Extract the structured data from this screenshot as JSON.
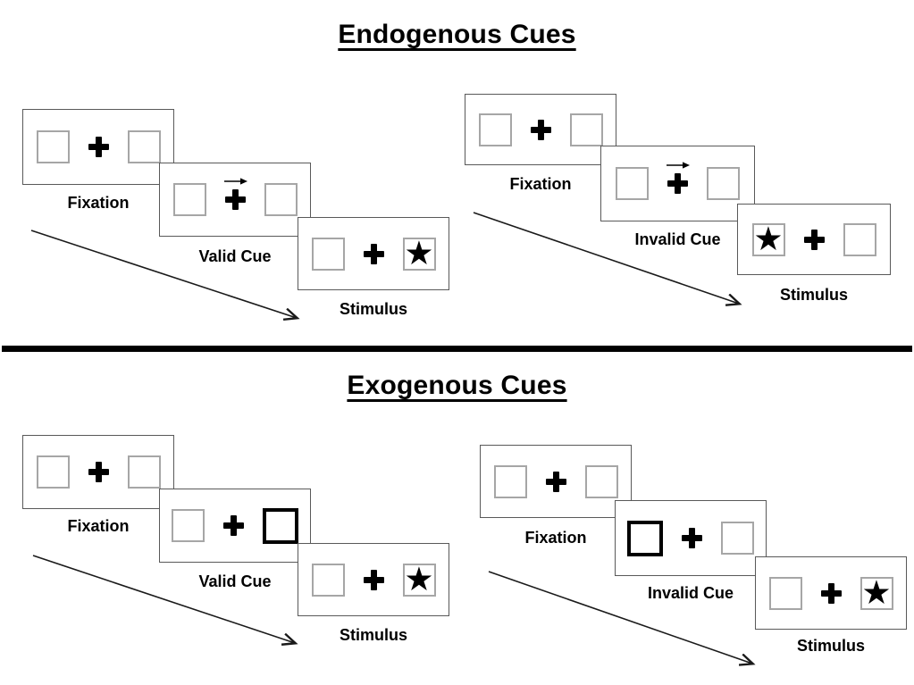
{
  "colors": {
    "panel_border": "#595959",
    "box_border": "#a6a6a6",
    "cue_highlight": "#000000",
    "divider": "#000000",
    "text": "#000000"
  },
  "icons": {
    "star": "★"
  },
  "sections": [
    {
      "title": "Endogenous Cues",
      "cue_style": "central-arrow",
      "sequences": [
        {
          "fixation_label": "Fixation",
          "cue_label": "Valid Cue",
          "stimulus_label": "Stimulus",
          "cue_direction": "right",
          "stimulus_side": "right"
        },
        {
          "fixation_label": "Fixation",
          "cue_label": "Invalid Cue",
          "stimulus_label": "Stimulus",
          "cue_direction": "right",
          "stimulus_side": "left"
        }
      ]
    },
    {
      "title": "Exogenous Cues",
      "cue_style": "peripheral-box-highlight",
      "sequences": [
        {
          "fixation_label": "Fixation",
          "cue_label": "Valid Cue",
          "stimulus_label": "Stimulus",
          "cue_side": "right",
          "stimulus_side": "right"
        },
        {
          "fixation_label": "Fixation",
          "cue_label": "Invalid Cue",
          "stimulus_label": "Stimulus",
          "cue_side": "left",
          "stimulus_side": "right"
        }
      ]
    }
  ]
}
